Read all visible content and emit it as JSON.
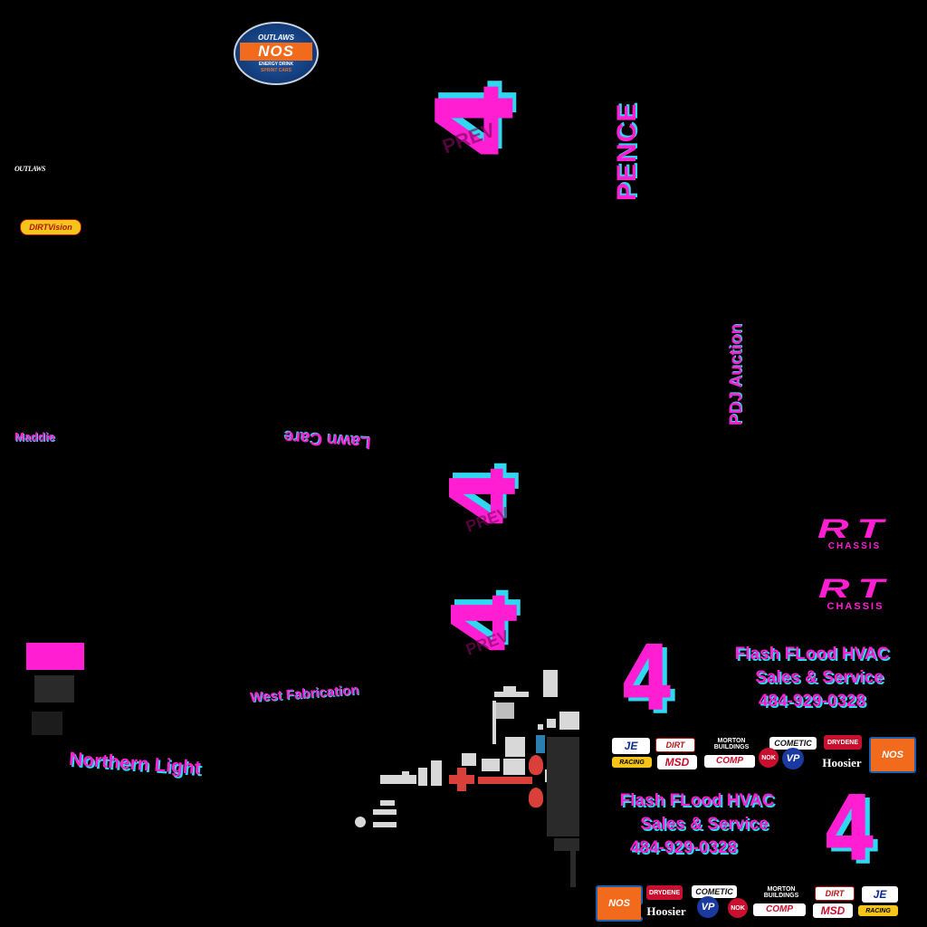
{
  "logos": {
    "outlaws_top_small": "OUTLAWS",
    "nos_main": "NOS",
    "nos_sub": "ENERGY DRINK",
    "sprint_cars": "SPRINT CARS",
    "outlaws_small": "OUTLAWS",
    "dirtvision": "DIRTVision"
  },
  "texts": {
    "pence": "PENCE",
    "pdj_auction": "PDJ Auction",
    "maddie": "Maddie",
    "lawn_care": "Lawn Care",
    "west_fabrication": "West Fabrication",
    "northern_light": "Northern Light",
    "rt_chassis_top": "CHASSIS",
    "rt_chassis_bottom": "CHASSIS",
    "rt_mark": "RT"
  },
  "numbers": {
    "top": "4",
    "mid": "4",
    "low": "4",
    "right_panel": "4",
    "bottom_panel": "4",
    "watermark": "PREV"
  },
  "panel_upper": {
    "line1": "Flash FLood HVAC",
    "line2": "Sales & Service",
    "line3": "484-929-0328"
  },
  "panel_lower": {
    "line1": "Flash FLood HVAC",
    "line2": "Sales & Service",
    "line3": "484-929-0328"
  },
  "sponsors_upper": [
    "JE",
    "DIRT",
    "MORTON BUILDINGS",
    "COMETIC",
    "DRYDENE",
    "NOS",
    "RACING",
    "MSD",
    "NOK",
    "VP",
    "COMP",
    "Hoosier"
  ],
  "sponsors_lower": [
    "NOS",
    "DRYDENE",
    "COMETIC",
    "MORTON BUILDINGS",
    "DIRT",
    "JE",
    "Hoosier",
    "VP",
    "NOK",
    "COMP",
    "MSD",
    "RACING"
  ],
  "colors": {
    "magenta": "#ff1ed2",
    "cyan": "#2fd8f0",
    "background": "#000000",
    "grey_parts": "#d8d8d8",
    "red_parts": "#d9403a"
  }
}
